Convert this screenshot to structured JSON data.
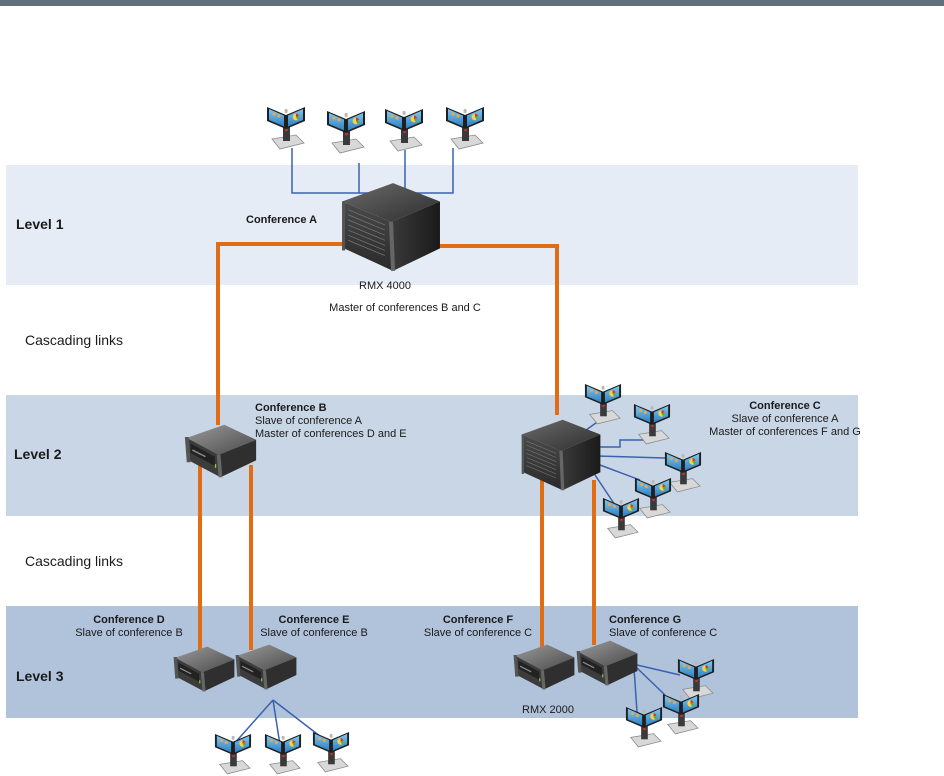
{
  "colors": {
    "header_bar": "#5f6f7e",
    "level_1_band": "#e6ecf6",
    "level_2_band": "#c9d6e6",
    "level_3_band": "#b0c3db",
    "cascading_link": "#e06c14",
    "endpoint_link": "#3a62b0"
  },
  "levels": [
    {
      "label": "Level 1"
    },
    {
      "label": "Level 2"
    },
    {
      "label": "Level 3"
    }
  ],
  "cascading_labels": [
    "Cascading links",
    "Cascading links"
  ],
  "conferences": {
    "A": {
      "title": "Conference A",
      "device": "RMX 4000",
      "role": "Master of conferences B and C"
    },
    "B": {
      "title": "Conference B",
      "lines": [
        "Slave of conference A",
        "Master of conferences D and E"
      ]
    },
    "C": {
      "title": "Conference C",
      "lines": [
        "Slave of conference A",
        "Master of conferences F and G"
      ]
    },
    "D": {
      "title": "Conference D",
      "lines": [
        "Slave of conference B"
      ]
    },
    "E": {
      "title": "Conference E",
      "lines": [
        "Slave of conference B"
      ]
    },
    "F": {
      "title": "Conference F",
      "lines": [
        "Slave of conference C"
      ],
      "device": "RMX 2000"
    },
    "G": {
      "title": "Conference G",
      "lines": [
        "Slave of conference C"
      ]
    }
  },
  "endpoint_counts": {
    "A": 4,
    "C": 5,
    "E": 3,
    "G": 3
  },
  "icons": {
    "endpoint": "video-endpoint-icon",
    "mcu_large": "rmx-4000-server-icon",
    "mcu_small": "rmx-2000-server-icon"
  }
}
